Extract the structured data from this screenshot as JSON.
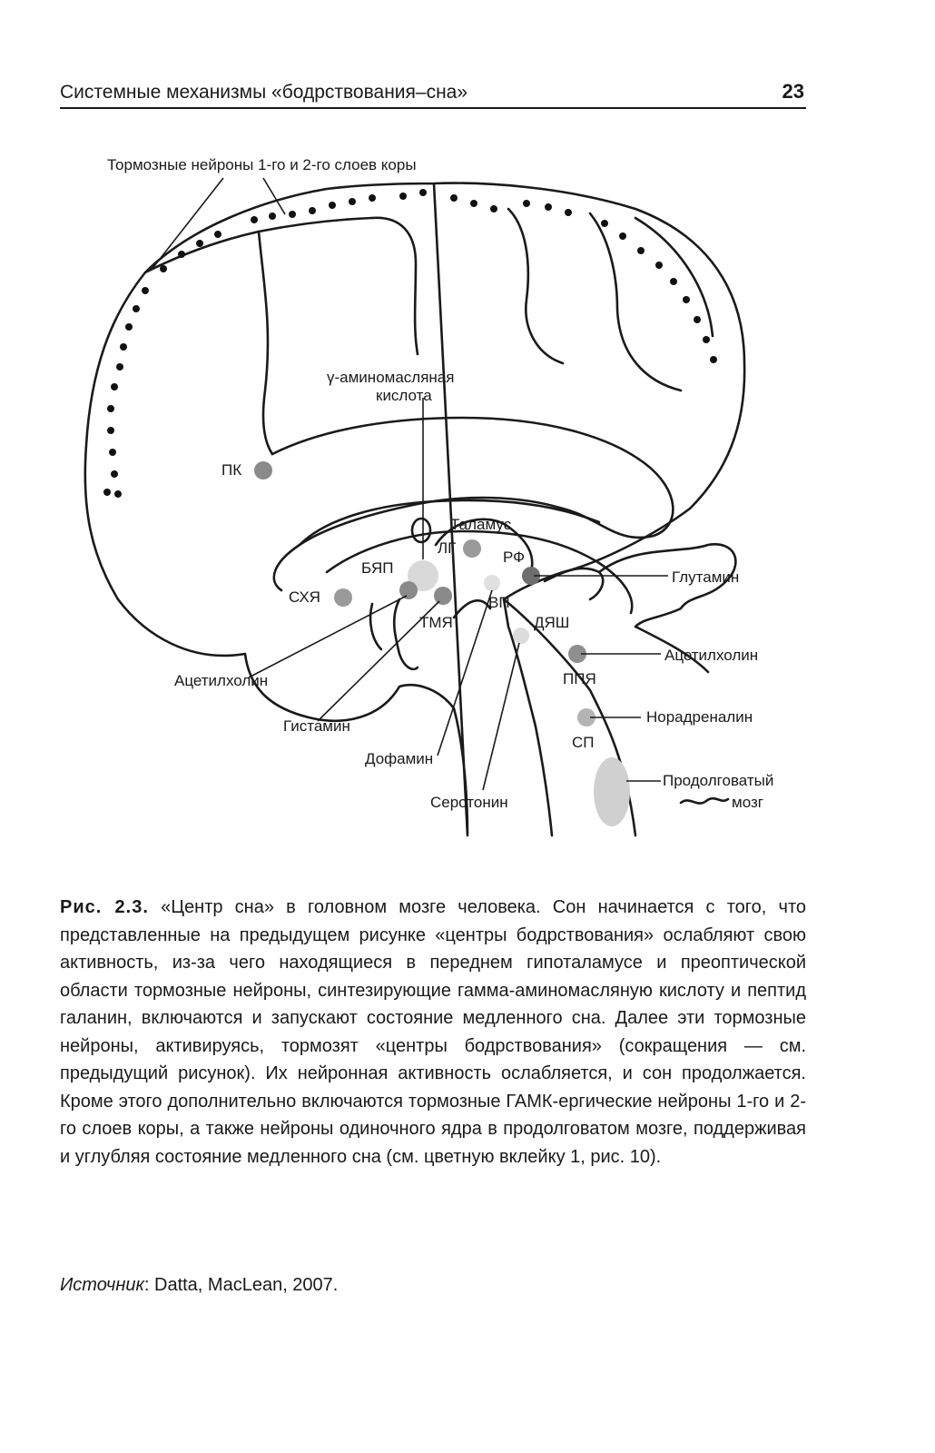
{
  "header": {
    "title": "Системные механизмы «бодрствования–сна»",
    "page_number": "23"
  },
  "figure": {
    "labels": {
      "cortex_neurons": "Тормозные нейроны 1-го и 2-го слоев коры",
      "gaba_line1": "γ-аминомасляная",
      "gaba_line2": "кислота",
      "pk": "ПК",
      "thalamus": "Таламус",
      "lg": "ЛГ",
      "rf": "РФ",
      "byap": "БЯП",
      "shya": "СХЯ",
      "tmya": "ТМЯ",
      "vp": "ВП",
      "dyash": "ДЯШ",
      "ppya": "ППЯ",
      "sp": "СП",
      "glutamate": "Глутамин",
      "acetylcholine_right": "Ацетилхолин",
      "noradrenaline": "Норадреналин",
      "medulla_line1": "Продолговатый",
      "medulla_line2": "мозг",
      "acetylcholine_left": "Ацетилхолин",
      "histamine": "Гистамин",
      "dopamine": "Дофамин",
      "serotonin": "Серотонин"
    }
  },
  "caption": {
    "figure_number": "Рис. 2.3.",
    "text": "«Центр сна» в головном мозге человека. Сон начинается с того, что представленные на предыдущем рисунке «центры бодрствования» ослабляют свою активность, из-за чего находящиеся в переднем гипоталамусе и преоптической области тормозные ней­роны, синтезирующие гамма-аминомасляную кислоту и пептид гала­нин, включаются и запускают состояние медленного сна. Далее эти тормозные нейроны, активируясь, тормозят «центры бодрствования» (сокращения — см. предыдущий рисунок). Их нейронная активность ослабляется, и сон продолжается. Кроме этого дополнительно вклю­чаются тормозные ГАМК-ергические нейроны 1-го и 2-го слоев коры, а также нейроны одиночного ядра в продолговатом мозге, поддержи­вая и углубляя состояние медленного сна (см. цветную вклейку 1, рис. 10)."
  },
  "source": {
    "label": "Источник",
    "text": ": Datta, MacLean, 2007."
  }
}
